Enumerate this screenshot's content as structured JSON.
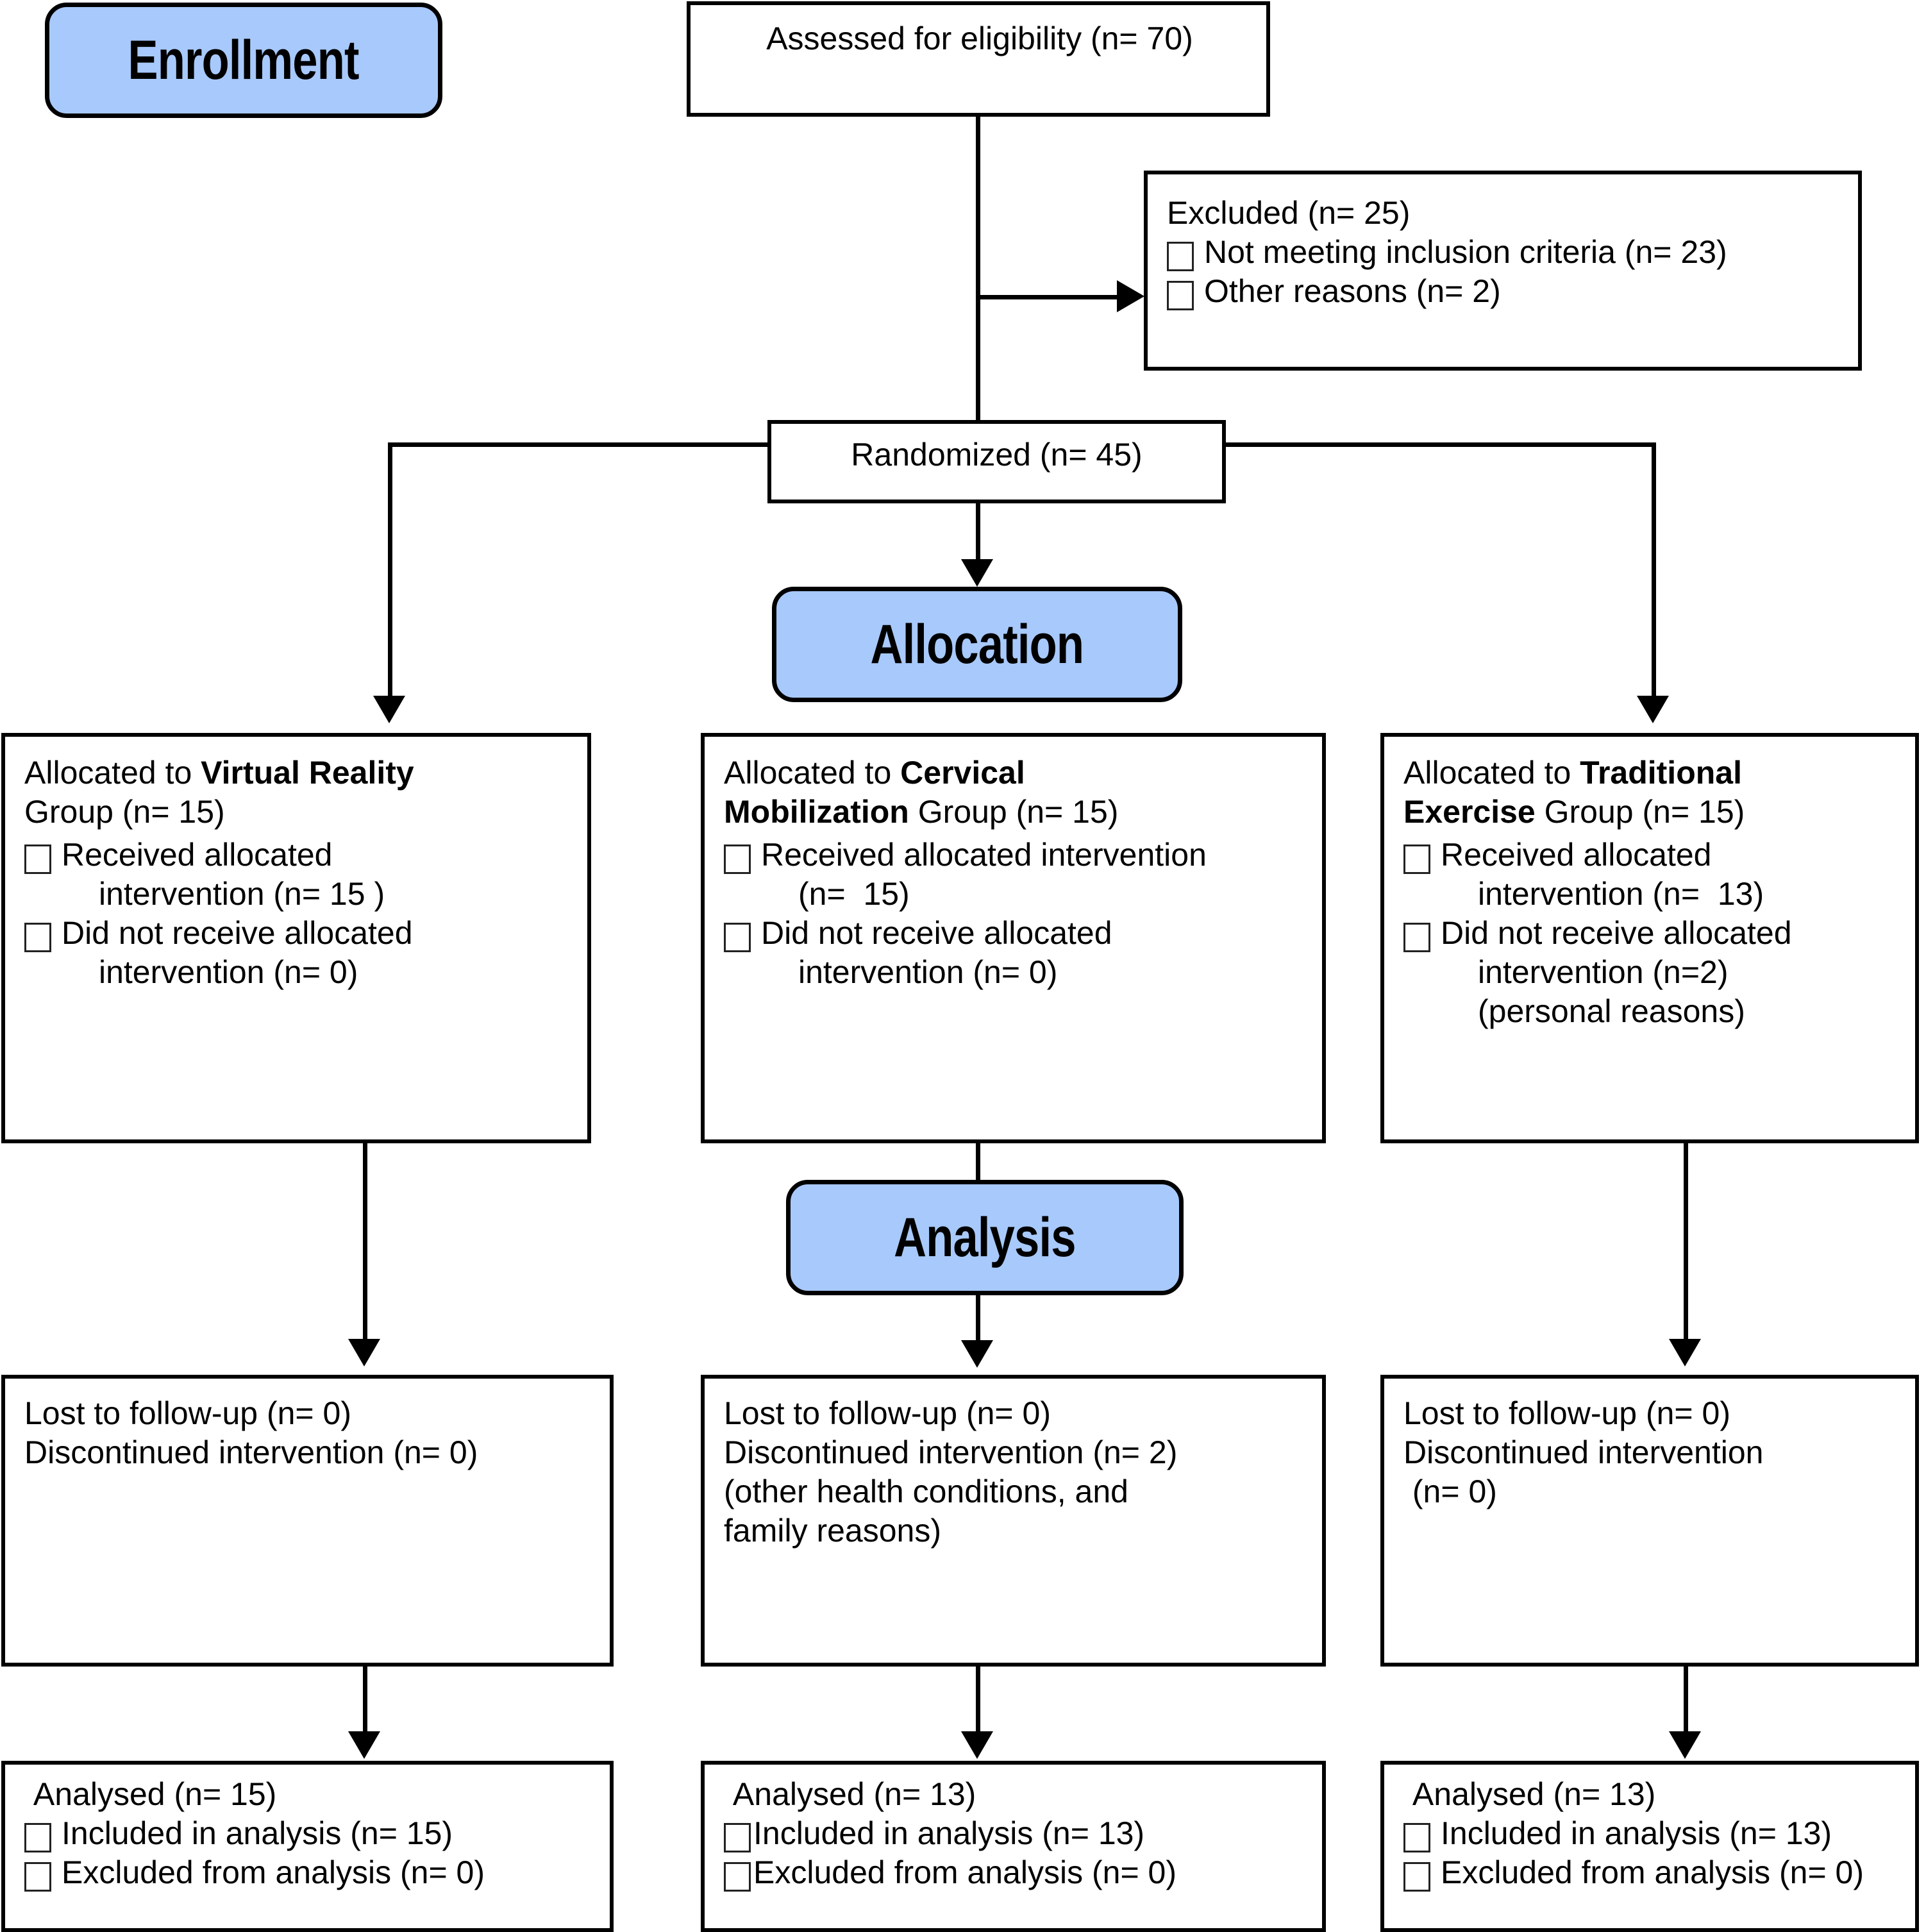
{
  "diagram": {
    "title": "CONSORT participant flow diagram",
    "accent_color": "#A8C9FB",
    "line_color": "#000000",
    "background": "#ffffff"
  },
  "stages": {
    "enrollment": "Enrollment",
    "allocation": "Allocation",
    "analysis": "Analysis"
  },
  "enrollment": {
    "assessed": "Assessed for eligibility (n= 70)",
    "excluded": {
      "heading": "Excluded (n= 25)",
      "reasons": [
        "Not meeting inclusion criteria (n= 23)",
        "Other reasons (n= 2)"
      ]
    },
    "randomized": "Randomized (n= 45)"
  },
  "allocation": {
    "arms": [
      {
        "lead": "Allocated to ",
        "arm_name": "Virtual Reality",
        "trail": "",
        "second_line": "Group (n= 15)",
        "items": [
          {
            "line1": "Received allocated",
            "line2": "intervention (n= 15 )"
          },
          {
            "line1": "Did not receive allocated",
            "line2": "intervention (n= 0)"
          }
        ]
      },
      {
        "lead": "Allocated to ",
        "arm_name": "Cervical",
        "trail": "",
        "second_line_bold": "Mobilization",
        "second_line_rest": " Group (n= 15)",
        "items": [
          {
            "line1": "Received allocated intervention",
            "line2": "(n=  15)"
          },
          {
            "line1": "Did not receive allocated",
            "line2": "intervention (n= 0)"
          }
        ]
      },
      {
        "lead": "Allocated to ",
        "arm_name": "Traditional",
        "trail": "",
        "second_line_bold": "Exercise",
        "second_line_rest": " Group (n= 15)",
        "items": [
          {
            "line1": "Received allocated",
            "line2": "intervention (n=  13)"
          },
          {
            "line1": "Did not receive allocated",
            "line2": "intervention (n=2)",
            "line3": "(personal reasons)"
          }
        ]
      }
    ]
  },
  "followup": {
    "arms": [
      {
        "lines": [
          "Lost to follow-up (n= 0)",
          "Discontinued intervention (n= 0)"
        ]
      },
      {
        "lines": [
          "Lost to follow-up (n= 0)",
          "Discontinued intervention (n= 2)",
          "(other health conditions, and",
          "family reasons)"
        ]
      },
      {
        "lines": [
          "Lost to follow-up (n= 0)",
          "Discontinued intervention",
          " (n= 0)"
        ]
      }
    ]
  },
  "analysis": {
    "arms": [
      {
        "heading": " Analysed (n= 15)",
        "items": [
          "Included in analysis (n= 15)",
          "Excluded from analysis (n= 0)"
        ],
        "gap": "wide"
      },
      {
        "heading": " Analysed (n= 13)",
        "items": [
          "Included in analysis (n= 13)",
          "Excluded from analysis (n= 0)"
        ],
        "gap": "tight"
      },
      {
        "heading": " Analysed (n= 13)",
        "items": [
          "Included in analysis (n= 13)",
          "Excluded from analysis (n= 0)"
        ],
        "gap": "wide"
      }
    ]
  },
  "chart_data": {
    "type": "table",
    "title": "CONSORT flow — participant counts",
    "nodes": [
      {
        "stage": "Enrollment",
        "label": "Assessed for eligibility",
        "n": 70
      },
      {
        "stage": "Enrollment",
        "label": "Excluded",
        "n": 25
      },
      {
        "stage": "Enrollment",
        "label": "Not meeting inclusion criteria",
        "n": 23
      },
      {
        "stage": "Enrollment",
        "label": "Other reasons",
        "n": 2
      },
      {
        "stage": "Enrollment",
        "label": "Randomized",
        "n": 45
      },
      {
        "stage": "Allocation",
        "label": "Allocated to Virtual Reality Group",
        "n": 15
      },
      {
        "stage": "Allocation",
        "label": "VR received allocated intervention",
        "n": 15
      },
      {
        "stage": "Allocation",
        "label": "VR did not receive allocated intervention",
        "n": 0
      },
      {
        "stage": "Allocation",
        "label": "Allocated to Cervical Mobilization Group",
        "n": 15
      },
      {
        "stage": "Allocation",
        "label": "CM received allocated intervention",
        "n": 15
      },
      {
        "stage": "Allocation",
        "label": "CM did not receive allocated intervention",
        "n": 0
      },
      {
        "stage": "Allocation",
        "label": "Allocated to Traditional Exercise Group",
        "n": 15
      },
      {
        "stage": "Allocation",
        "label": "TE received allocated intervention",
        "n": 13
      },
      {
        "stage": "Allocation",
        "label": "TE did not receive allocated intervention (personal reasons)",
        "n": 2
      },
      {
        "stage": "Follow-up",
        "label": "VR lost to follow-up",
        "n": 0
      },
      {
        "stage": "Follow-up",
        "label": "VR discontinued intervention",
        "n": 0
      },
      {
        "stage": "Follow-up",
        "label": "CM lost to follow-up",
        "n": 0
      },
      {
        "stage": "Follow-up",
        "label": "CM discontinued intervention (other health conditions, and family reasons)",
        "n": 2
      },
      {
        "stage": "Follow-up",
        "label": "TE lost to follow-up",
        "n": 0
      },
      {
        "stage": "Follow-up",
        "label": "TE discontinued intervention",
        "n": 0
      },
      {
        "stage": "Analysis",
        "label": "VR analysed",
        "n": 15
      },
      {
        "stage": "Analysis",
        "label": "VR included in analysis",
        "n": 15
      },
      {
        "stage": "Analysis",
        "label": "VR excluded from analysis",
        "n": 0
      },
      {
        "stage": "Analysis",
        "label": "CM analysed",
        "n": 13
      },
      {
        "stage": "Analysis",
        "label": "CM included in analysis",
        "n": 13
      },
      {
        "stage": "Analysis",
        "label": "CM excluded from analysis",
        "n": 0
      },
      {
        "stage": "Analysis",
        "label": "TE analysed",
        "n": 13
      },
      {
        "stage": "Analysis",
        "label": "TE included in analysis",
        "n": 13
      },
      {
        "stage": "Analysis",
        "label": "TE excluded from analysis",
        "n": 0
      }
    ]
  }
}
